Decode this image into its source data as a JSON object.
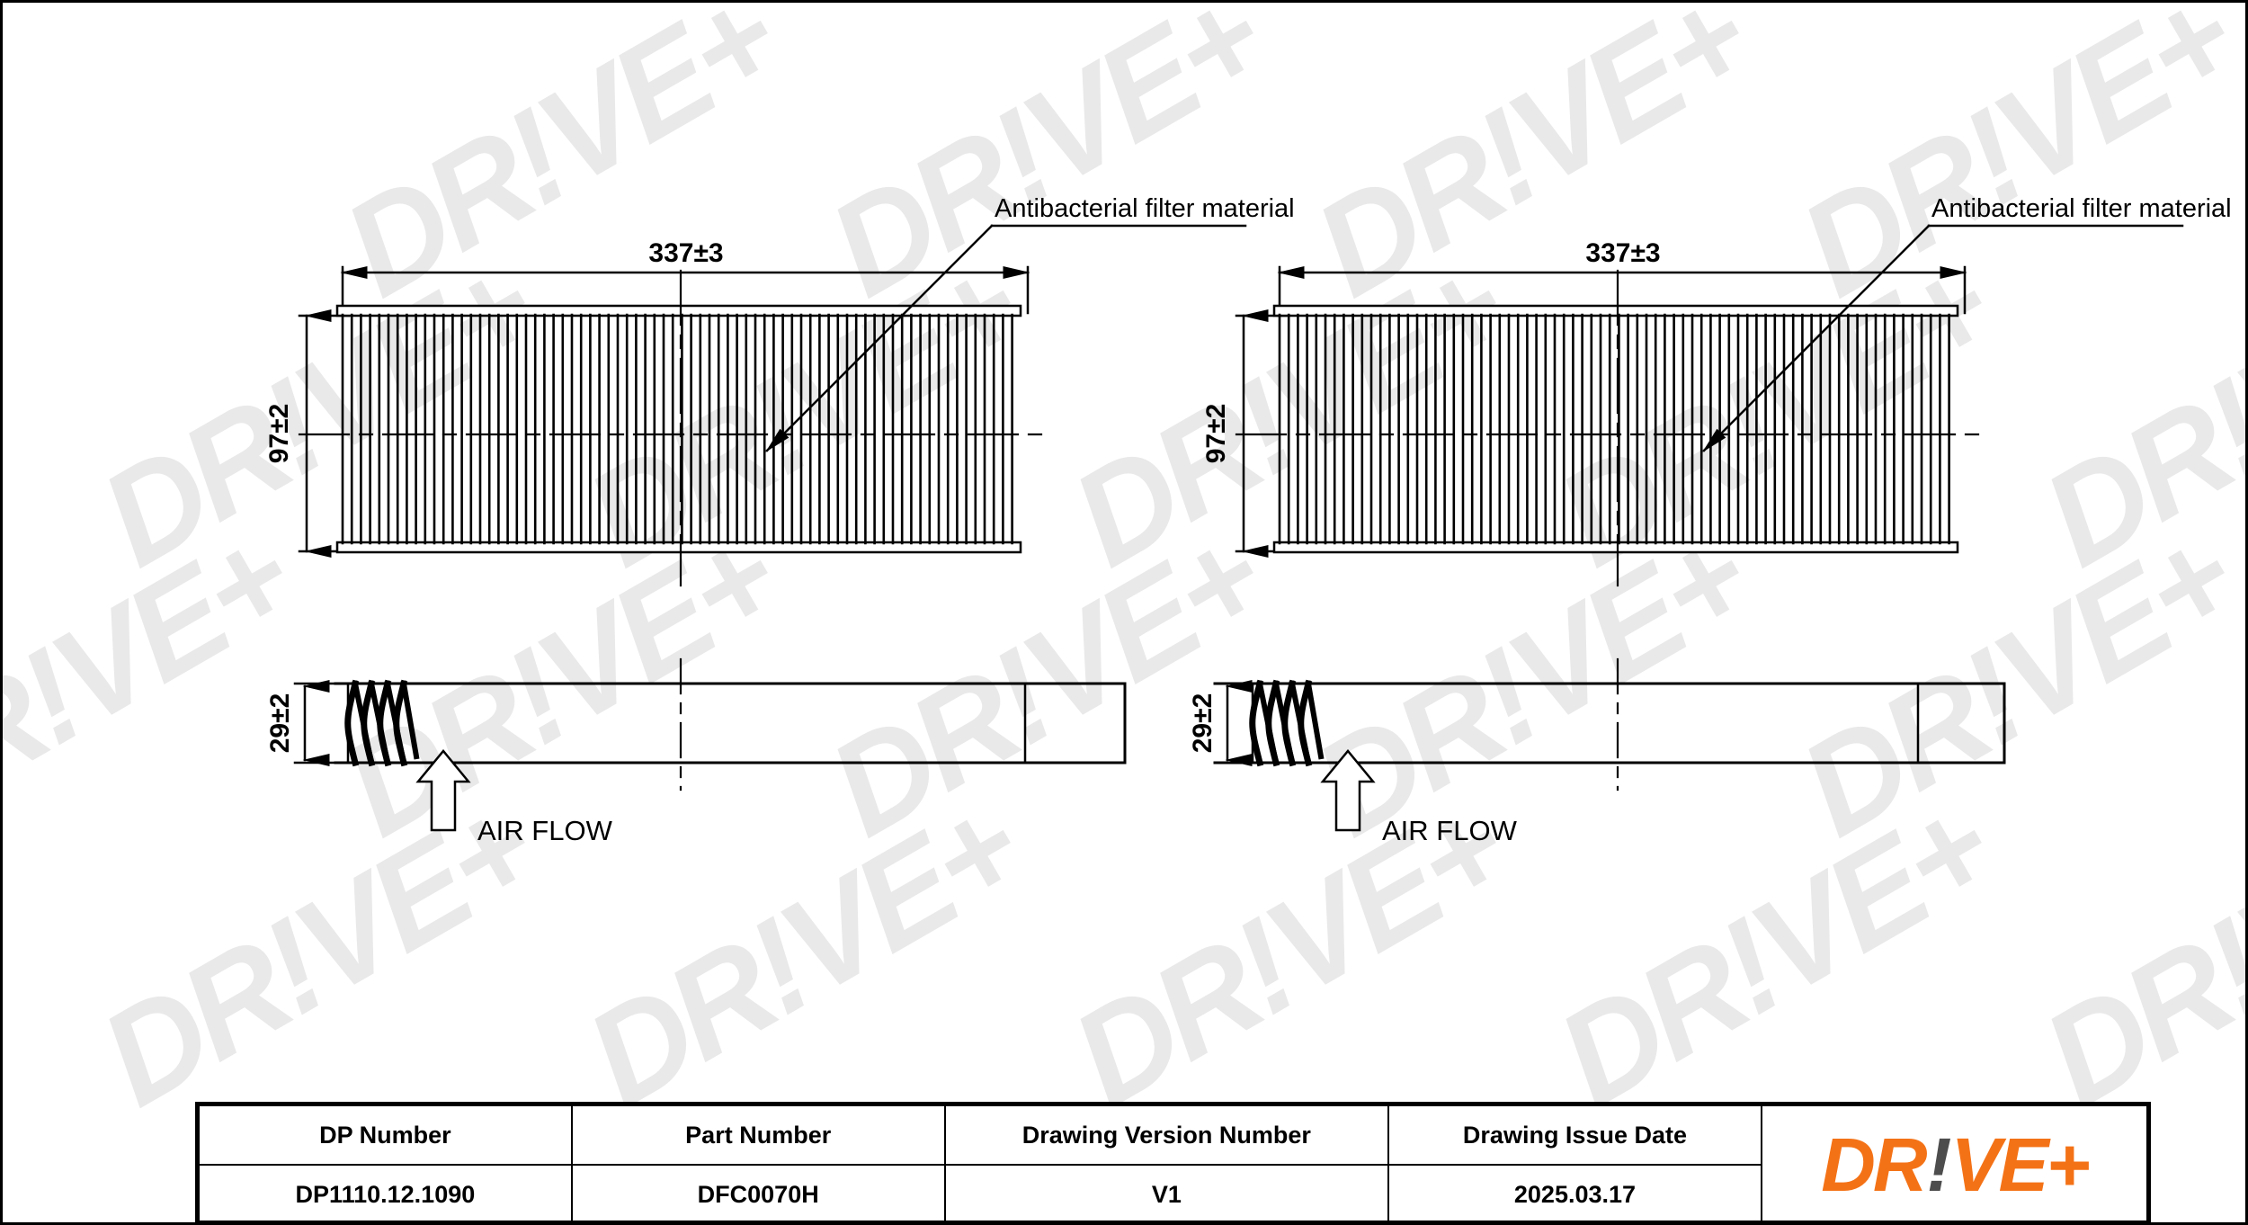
{
  "document": {
    "type": "engineering-drawing",
    "sheet_border": true
  },
  "views": [
    {
      "id": "left",
      "front_view": {
        "width_dimension": "337±3",
        "height_dimension": "97±2",
        "annotation": "Antibacterial filter material"
      },
      "side_view": {
        "height_dimension": "29±2",
        "flow_label": "AIR FLOW"
      }
    },
    {
      "id": "right",
      "front_view": {
        "width_dimension": "337±3",
        "height_dimension": "97±2",
        "annotation": "Antibacterial filter material"
      },
      "side_view": {
        "height_dimension": "29±2",
        "flow_label": "AIR FLOW"
      }
    }
  ],
  "title_block": {
    "headers": [
      "DP Number",
      "Part Number",
      "Drawing Version Number",
      "Drawing Issue Date"
    ],
    "values": [
      "DP1110.12.1090",
      "DFC0070H",
      "V1",
      "2025.03.17"
    ]
  },
  "logo": {
    "part1": "DR",
    "bang": "!",
    "part2": "VE",
    "plus": "+",
    "full": "DR!VE+",
    "orange": "#F47216",
    "gray": "#4D4D4D"
  },
  "watermark": {
    "text": "DR!VE+",
    "color": "#E9E9E9"
  }
}
